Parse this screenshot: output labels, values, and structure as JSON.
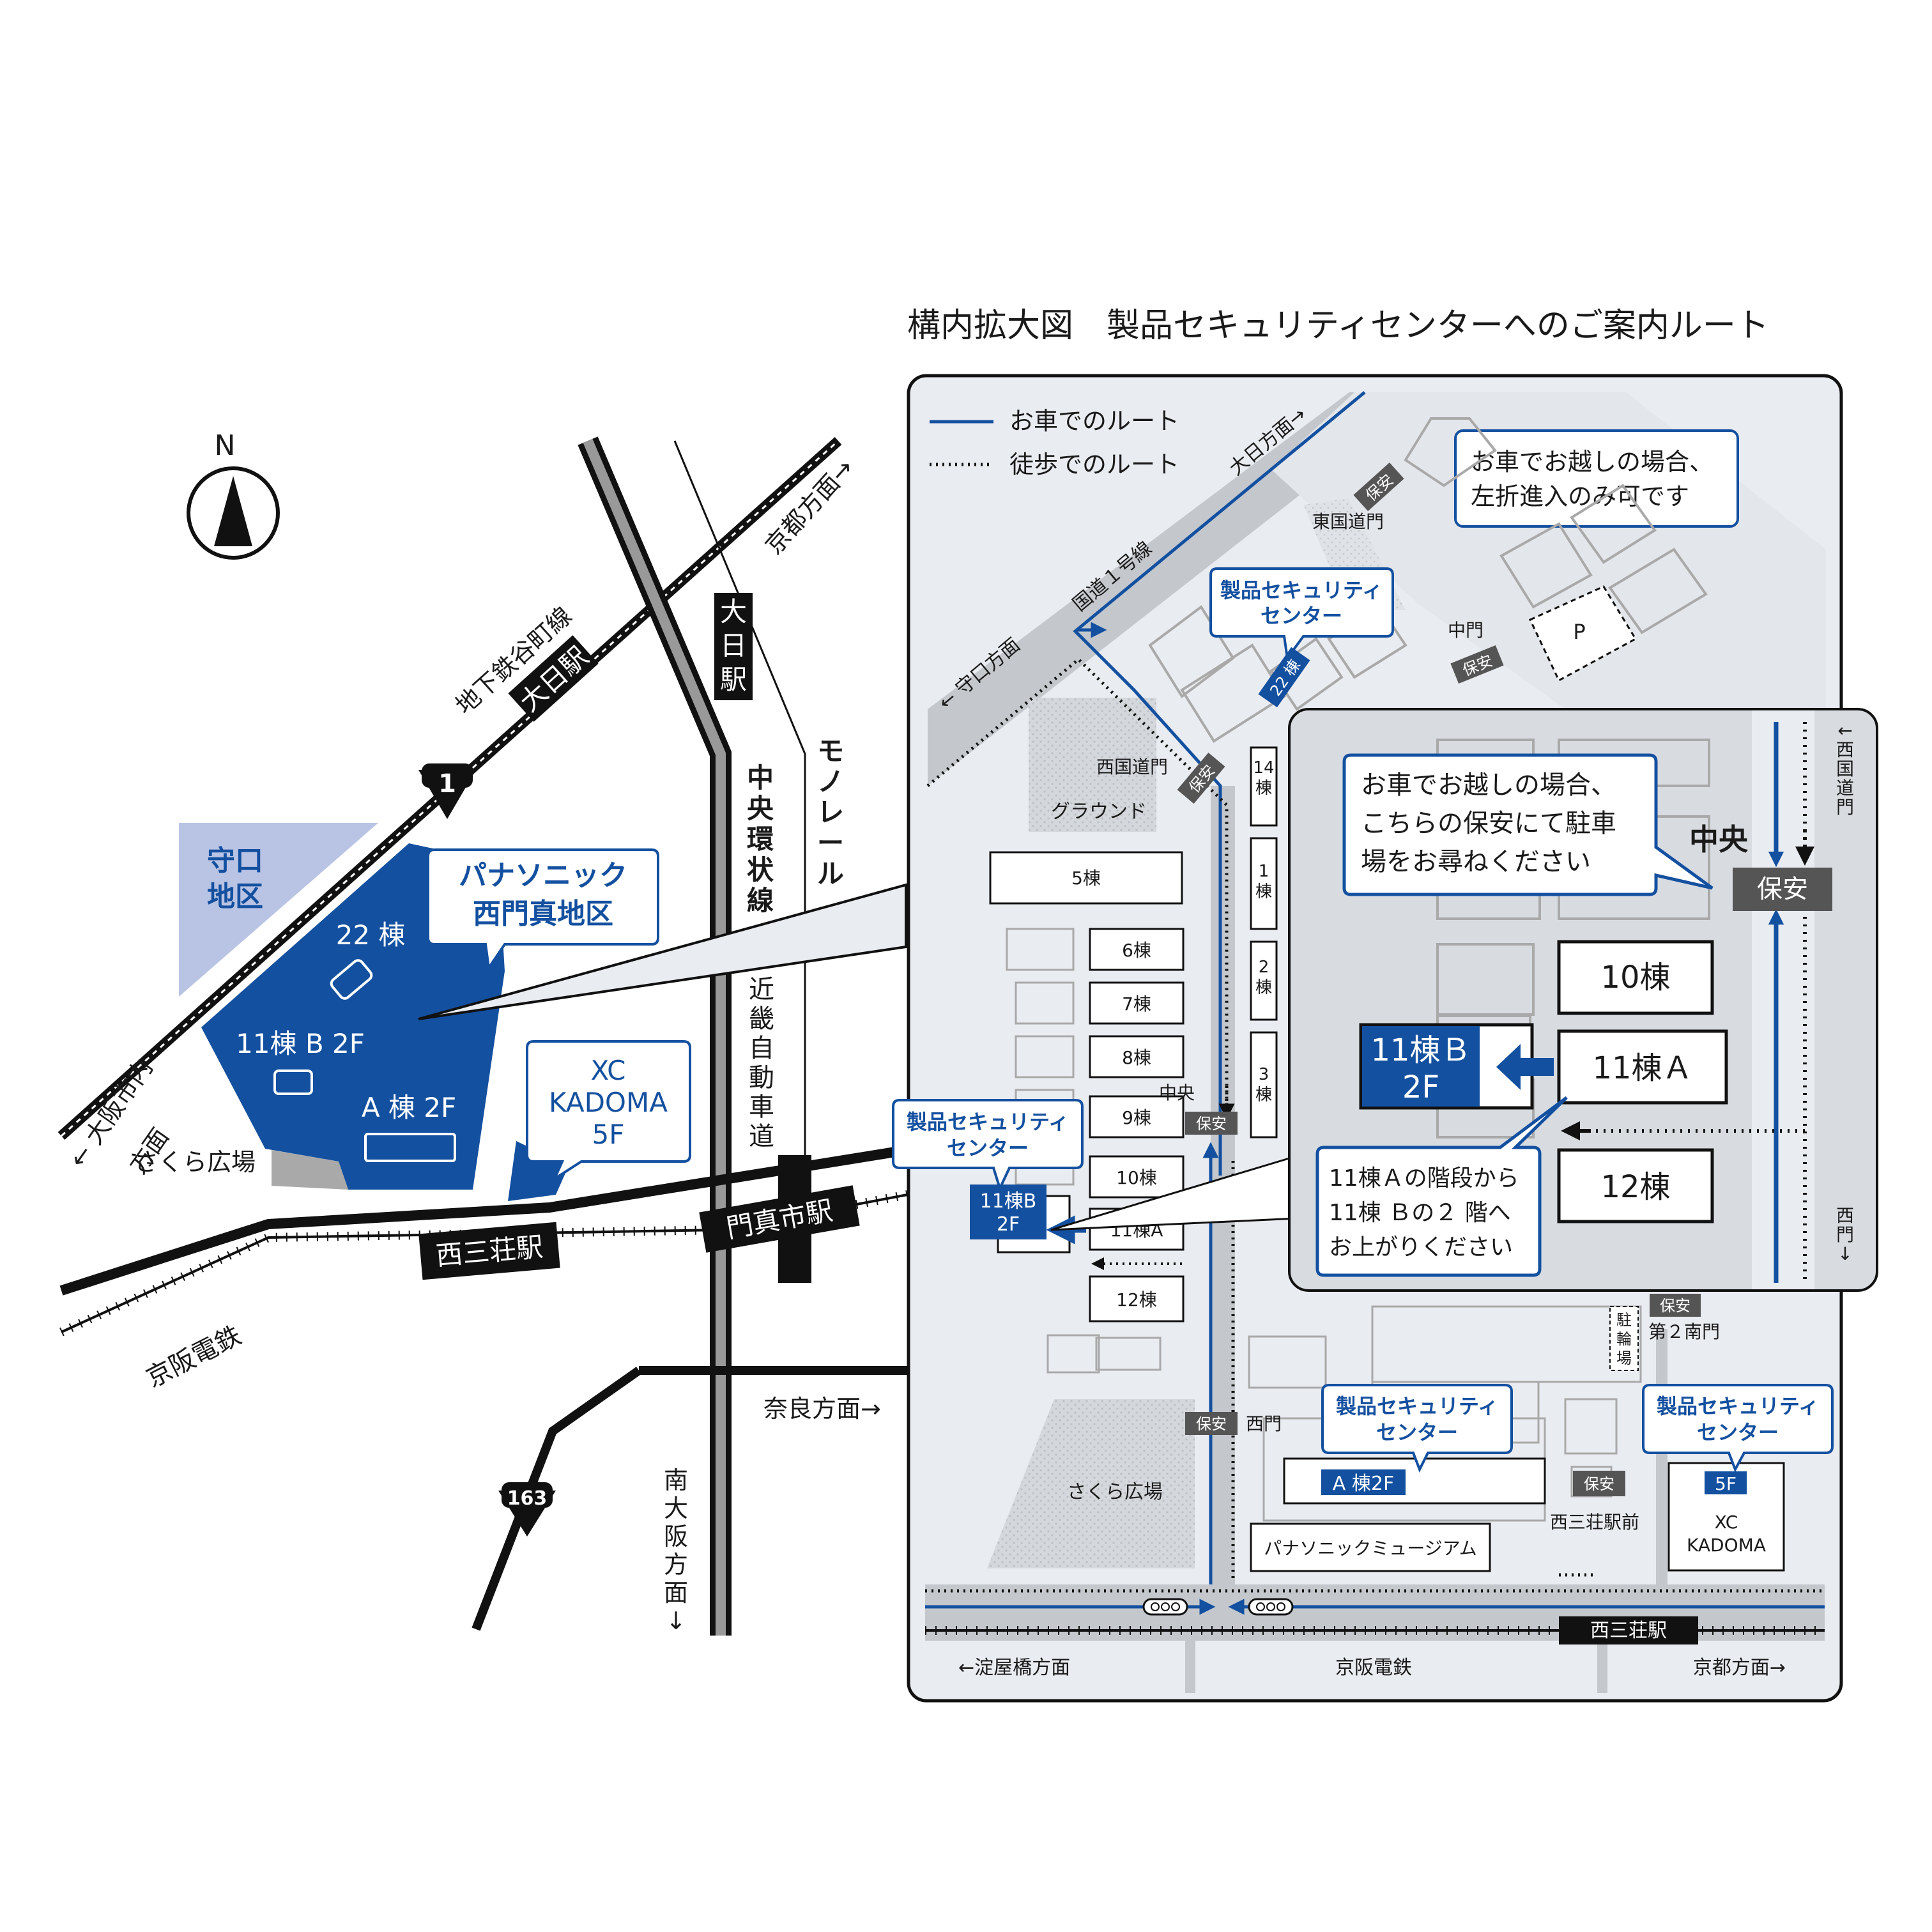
{
  "title": "構内拡大図　製品セキュリティセンターへのご案内ルート",
  "compass": {
    "label": "N",
    "icon": "north-arrow-icon"
  },
  "colors": {
    "brand_blue": "#1450a0",
    "zone_light_blue": "#b9c3e3",
    "inset_bg": "#e9ecf0",
    "gray_building": "#a9a9a9"
  },
  "overview": {
    "roads": {
      "subway": "地下鉄谷町線",
      "ring": [
        "中",
        "央",
        "環",
        "状",
        "線"
      ],
      "monorail": [
        "モ",
        "ノ",
        "レ",
        "ー",
        "ル"
      ],
      "expressway": [
        "近",
        "畿",
        "自",
        "動",
        "車",
        "道"
      ],
      "keihan": "京阪電鉄",
      "route1": "1",
      "route163": "163"
    },
    "stations": {
      "dainichi_subway": "大日駅",
      "dainichi_mono": [
        "大",
        "日",
        "駅"
      ],
      "kadoma": "門真市駅",
      "nishisanso": "西三荘駅"
    },
    "directions": {
      "kyoto": "京都方面→",
      "osaka_1": "← 大阪市内",
      "osaka_2": "方面",
      "nara": "奈良方面→",
      "minami_osaka": [
        "南",
        "大",
        "阪",
        "方",
        "面",
        "↓"
      ]
    },
    "areas": {
      "moriguchi_1": "守口",
      "moriguchi_2": "地区",
      "sakura": "さくら広場",
      "b22": "22 棟",
      "b11b": "11棟 B 2F",
      "ba": "A 棟 2F"
    },
    "callouts": {
      "panasonic_1": "パナソニック",
      "panasonic_2": "西門真地区",
      "xc_1": "XC",
      "xc_2": "KADOMA",
      "xc_3": "5F"
    }
  },
  "inset": {
    "legend": {
      "car": "お車でのルート",
      "walk": "徒歩でのルート"
    },
    "notice_1": "お車でお越しの場合、",
    "notice_2": "左折進入のみ可です",
    "roads": {
      "dainichi": "大日方面→",
      "kokudo": "国道１号線",
      "moriguchi": "← 守口方面",
      "nishi_kokudo": [
        "←",
        "西",
        "国",
        "道",
        "門"
      ],
      "nishi_kokudo_bottom": [
        "西",
        "門",
        "↓"
      ],
      "yodoyabashi": "←淀屋橋方面",
      "keihan": "京阪電鉄",
      "kyoto": "京都方面→"
    },
    "gates": {
      "east": "東国道門",
      "middle": "中門",
      "west_kokudo": "西国道門",
      "center": "中央",
      "west": "西門",
      "second_south": "第２南門",
      "nishisanso_mae": "西三荘駅前",
      "guard": "保安",
      "parking": "P",
      "bicycle": [
        "駐",
        "輪",
        "場"
      ]
    },
    "areas": {
      "ground": "グラウンド",
      "sakura": "さくら広場",
      "museum": "パナソニックミュージアム",
      "station": "西三荘駅"
    },
    "buildings": {
      "b14": [
        "14",
        "棟"
      ],
      "b1": [
        "1",
        "棟"
      ],
      "b2": [
        "2",
        "棟"
      ],
      "b3": [
        "3",
        "棟"
      ],
      "b5": "5棟",
      "b6": "6棟",
      "b7": "7棟",
      "b8": "8棟",
      "b9": "9棟",
      "b10": "10棟",
      "b11a": "11棟A",
      "b12": "12棟",
      "b11b_1": "11棟B",
      "b11b_2": "2F",
      "b22": "22 棟",
      "ba": "A 棟2F",
      "xc_5f": "5F",
      "xc_1": "XC",
      "xc_2": "KADOMA"
    },
    "callout_1": "製品セキュリティ",
    "callout_2": "センター"
  },
  "detail": {
    "center": "中央",
    "guard": "保安",
    "b10": "10棟",
    "b11a": "11棟Ａ",
    "b12": "12棟",
    "b11b_1": "11棟Ｂ",
    "b11b_2": "2F",
    "west_kokudo": [
      "←",
      "西",
      "国",
      "道",
      "門"
    ],
    "west_gate": [
      "西",
      "門",
      "↓"
    ],
    "parking_note_1": "お車でお越しの場合、",
    "parking_note_2": "こちらの保安にて駐車",
    "parking_note_3": "場をお尋ねください",
    "stairs_note_1": "11棟Ａの階段から",
    "stairs_note_2": "11棟 Ｂの２ 階へ",
    "stairs_note_3": "お上がりください"
  }
}
